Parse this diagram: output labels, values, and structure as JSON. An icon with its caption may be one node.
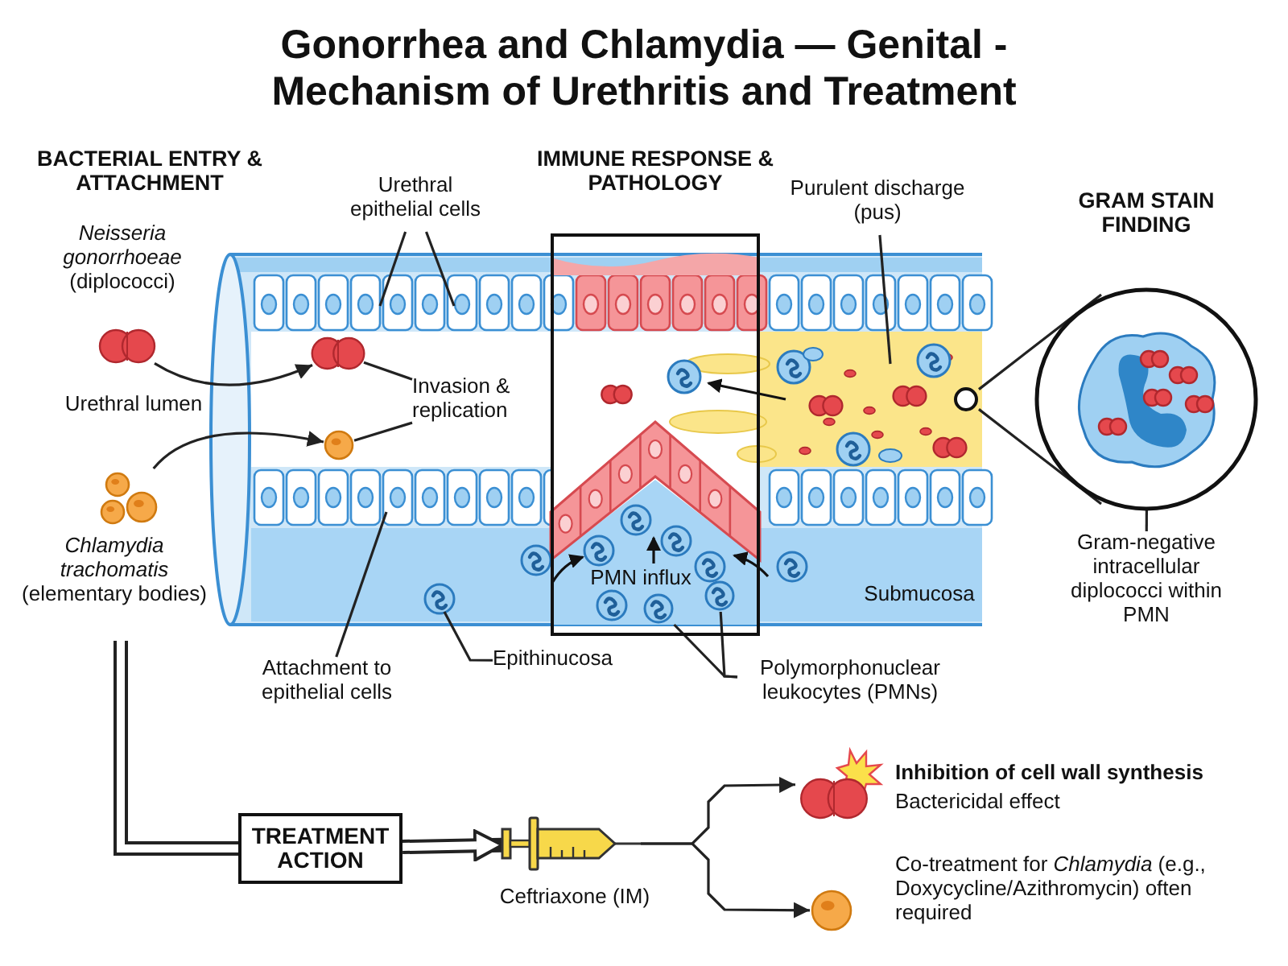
{
  "diagram": {
    "title": "Gonorrhea and Chlamydia — Genital - Mechanism of Urethritis and Treatment",
    "nodes": [
      {
        "text": [],
        "shape": "picture",
        "beside": [
          "*Neisseria gonorrhoeae* (diplococci)"
        ]
      },
      {
        "text": [],
        "shape": "picture",
        "beside": [
          "*Chlamydia trachomatis* (elementary bodies)"
        ]
      },
      {
        "text": [],
        "shape": "picture"
      },
      {
        "text": [],
        "shape": "picture"
      },
      {
        "text": [
          "Invasion & replication"
        ]
      },
      {
        "text": [
          "Urethral epithelial cells"
        ]
      },
      {
        "text": [
          "Attachment to epithelial cells"
        ]
      },
      {
        "text": [
          "Epithinucosa"
        ]
      },
      {
        "text": [
          "Polymorphonuclear leukocytes (PMNs)"
        ]
      },
      {
        "text": [
          "Purulent discharge (pus)"
        ]
      },
      {
        "text": [
          "IMMUNE RESPONSE & PATHOLOGY"
        ]
      },
      {
        "text": [],
        "shape": "circle"
      },
      {
        "text": [
          "GRAM STAIN FINDING"
        ]
      },
      {
        "text": [
          "Gram-negative intracellular diplococci within PMN"
        ]
      },
      {
        "text": [],
        "shape": "picture",
        "in": 12
      },
      {
        "text": [
          "TREATMENT ACTION"
        ]
      },
      {
        "text": [],
        "shape": "picture",
        "beside": [
          "Ceftriaxone (IM)"
        ]
      },
      {
        "text": [],
        "shape": "picture",
        "beside": [
          "Inhibition of cell wall synthesis",
          "Bactericidal effect"
        ]
      },
      {
        "text": [],
        "shape": "picture",
        "beside": [
          "Co-treatment for *Chlamydia* (e.g., Doxycycline/Azithromycin) often required"
        ]
      },
      {
        "text": [],
        "shape": "picture",
        "in": 10
      },
      {
        "text": [],
        "shape": "picture",
        "in": 10
      }
    ],
    "edges": [
      {
        "from": 0,
        "to": 2,
        "arrow": "to"
      },
      {
        "from": 1,
        "to": 3,
        "arrow": "to"
      },
      {
        "from": 4,
        "to": 2,
        "arrow": "none"
      },
      {
        "from": 4,
        "to": 3,
        "arrow": "none"
      },
      {
        "from": 5,
        "to": null,
        "arrow": "none"
      },
      {
        "from": 5,
        "to": null,
        "arrow": "none"
      },
      {
        "from": 6,
        "to": null,
        "arrow": "none"
      },
      {
        "from": 7,
        "to": null,
        "arrow": "none"
      },
      {
        "from": 8,
        "to": 19,
        "arrow": "none"
      },
      {
        "from": 8,
        "to": 20,
        "arrow": "none"
      },
      {
        "from": 9,
        "to": null,
        "arrow": "none"
      },
      {
        "from": 11,
        "to": 12,
        "arrow": "none"
      },
      {
        "from": 13,
        "to": 14,
        "arrow": "none"
      },
      {
        "from": null,
        "to": 15,
        "arrow": "none",
        "style": "thick"
      },
      {
        "from": 15,
        "to": 16,
        "arrow": "to",
        "style": "thick"
      },
      {
        "from": 16,
        "to": 17,
        "arrow": "to"
      },
      {
        "from": 16,
        "to": 18,
        "arrow": "to"
      }
    ],
    "labels": [
      "BACTERIAL ENTRY & ATTACHMENT",
      "Urethral lumen",
      "PMN influx",
      "Submucosa"
    ]
  }
}
